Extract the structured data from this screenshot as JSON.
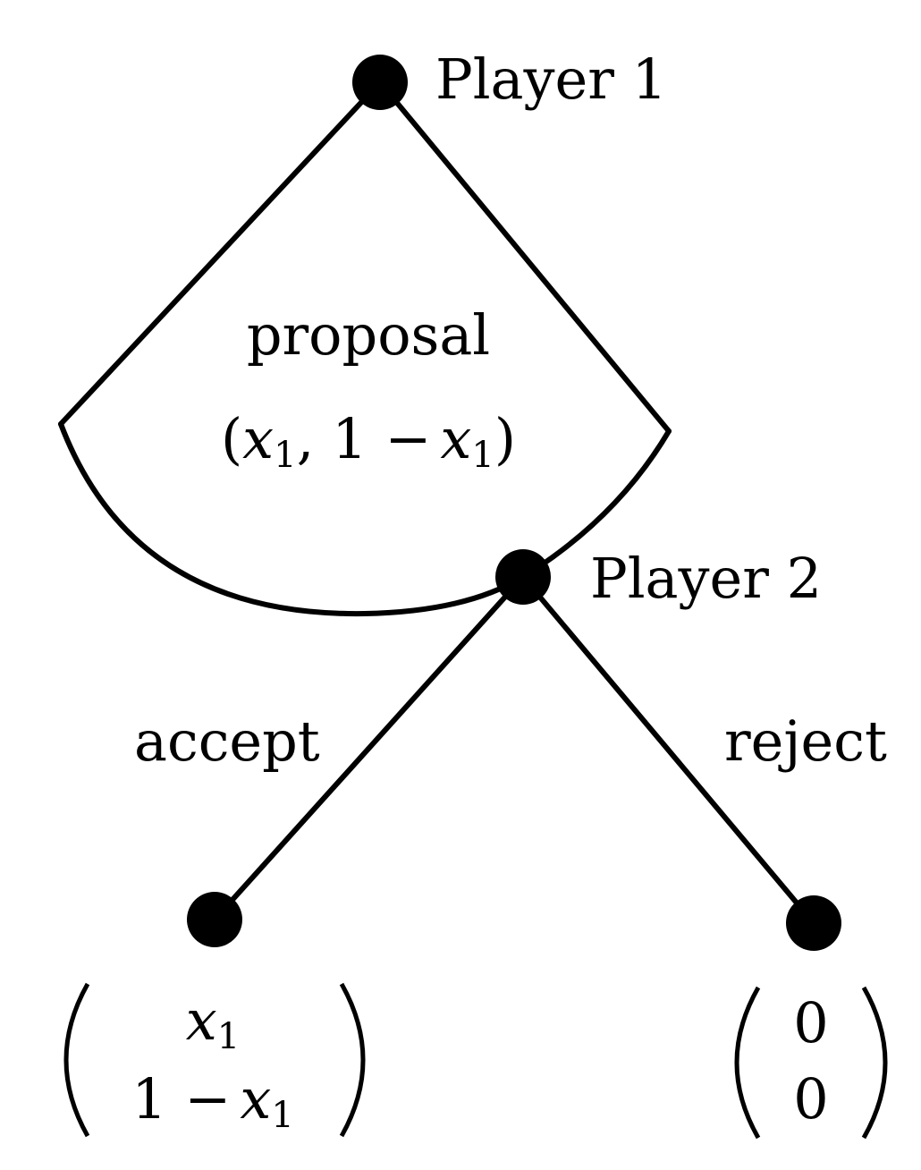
{
  "nodes": {
    "root": {
      "label": "Player 1"
    },
    "player2": {
      "label": "Player 2"
    }
  },
  "edges": {
    "proposal_label": "proposal",
    "proposal_value": {
      "open": "(",
      "x": "x",
      "sub1": "1",
      "comma": ",",
      "one_minus": "1 −",
      "x2": "x",
      "sub2": "1",
      "close": ")"
    },
    "accept_label": "accept",
    "reject_label": "reject"
  },
  "payoffs": {
    "accept": {
      "top_var": "x",
      "top_sub": "1",
      "bottom_prefix": "1 −",
      "bottom_var": "x",
      "bottom_sub": "1"
    },
    "reject": {
      "top": "0",
      "bottom": "0"
    }
  }
}
